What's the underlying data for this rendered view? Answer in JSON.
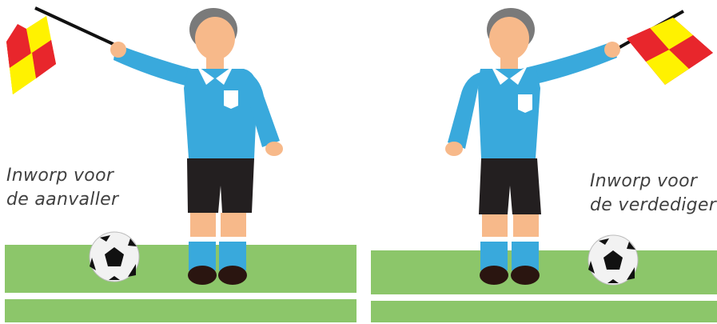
{
  "panels": [
    {
      "caption_line1": "Inworp voor",
      "caption_line2": "de aanvaller"
    },
    {
      "caption_line1": "Inworp voor",
      "caption_line2": "de verdediger"
    }
  ],
  "colors": {
    "grass": "#8cc66a",
    "shirt": "#39a9dc",
    "shorts": "#231f20",
    "skin": "#f7b98a",
    "hair": "#7a7a7a",
    "flag_red": "#e8262c",
    "flag_yellow": "#fff200",
    "text": "#404040"
  }
}
